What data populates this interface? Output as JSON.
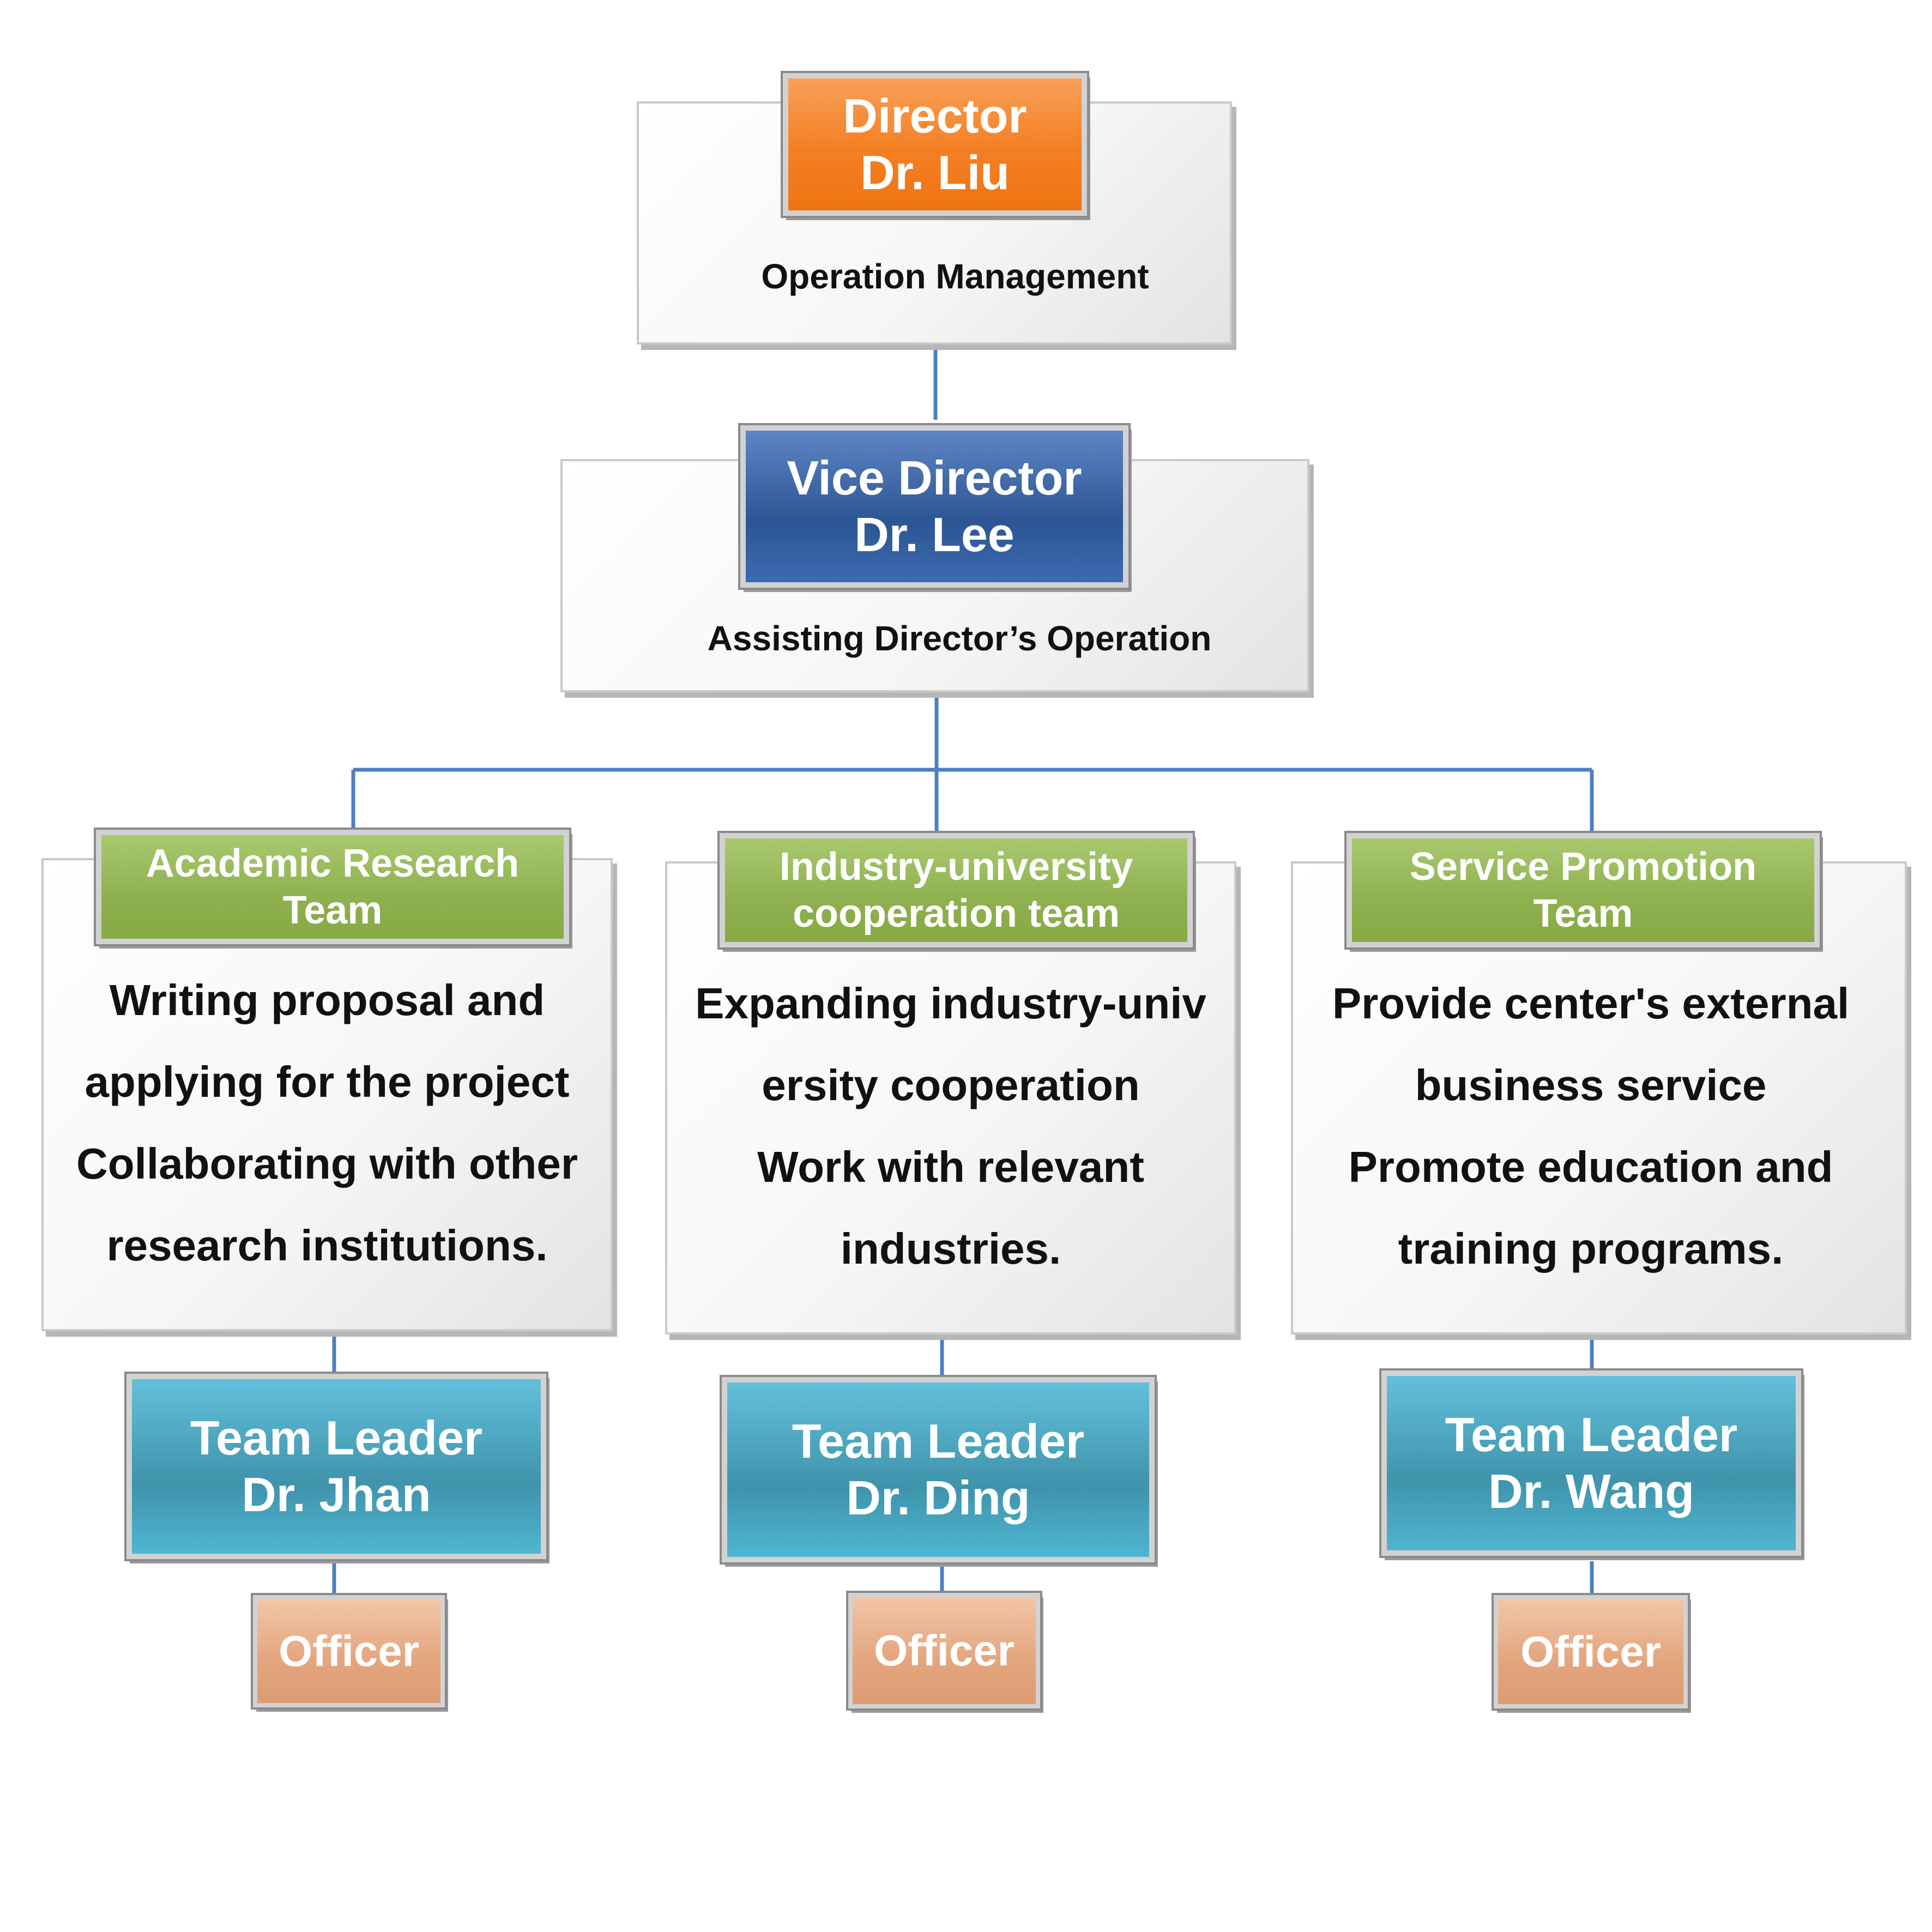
{
  "director": {
    "role": "Director",
    "name": "Dr. Liu",
    "duty": "Operation Management"
  },
  "vice_director": {
    "role": "Vice Director",
    "name": "Dr. Lee",
    "duty": "Assisting Director’s Operation"
  },
  "teams": [
    {
      "title_line1": "Academic Research",
      "title_line2": "Team",
      "duties": [
        "Writing proposal and",
        "applying for the project",
        "Collaborating with other",
        "research institutions."
      ],
      "leader_role": "Team Leader",
      "leader_name": "Dr. Jhan",
      "officer": "Officer"
    },
    {
      "title_line1": "Industry-university",
      "title_line2": "cooperation team",
      "duties": [
        "Expanding industry-univ",
        "ersity cooperation",
        "Work with relevant",
        "industries."
      ],
      "leader_role": "Team Leader",
      "leader_name": "Dr. Ding",
      "officer": "Officer"
    },
    {
      "title_line1": "Service Promotion",
      "title_line2": "Team",
      "duties": [
        "Provide center's external",
        "business service",
        "Promote education and",
        "training programs."
      ],
      "leader_role": "Team Leader",
      "leader_name": "Dr. Wang",
      "officer": "Officer"
    }
  ],
  "colors": {
    "connector": "#4f7fc0",
    "director": "#f47f22",
    "vice_director": "#2c5593",
    "team_header": "#8eb04f",
    "team_leader": "#3f93ab",
    "officer": "#e3a57e"
  }
}
